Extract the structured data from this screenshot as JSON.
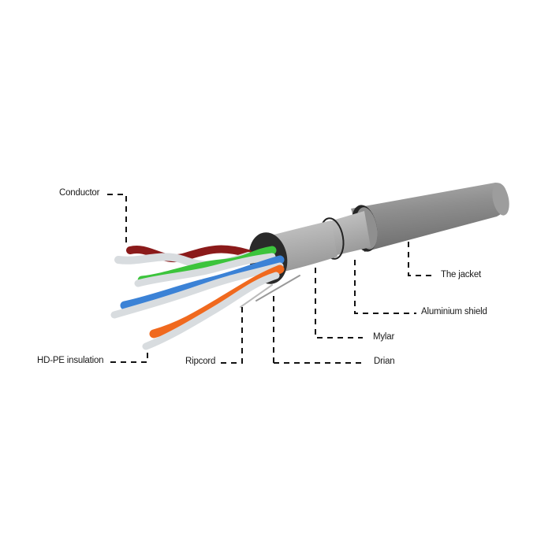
{
  "diagram": {
    "type": "cable-cross-section",
    "subject": "Shielded twisted-pair network cable",
    "labels": {
      "conductor": "Conductor",
      "hdpe_insulation": "HD-PE insulation",
      "ripcord": "Ripcord",
      "drian": "Drian",
      "mylar": "Mylar",
      "aluminium_shield": "Aluminium shield",
      "jacket": "The jacket"
    },
    "colors": {
      "background": "#ffffff",
      "jacket": "#8c8c8c",
      "shield": "#a9a9a9",
      "mylar": "#b4b4b4",
      "pair_brown": "#8b1a1a",
      "pair_green": "#3cc43c",
      "pair_blue": "#3b82d6",
      "pair_orange": "#f0691e",
      "pair_white": "#d9dde0",
      "leader_line": "#111111"
    }
  }
}
